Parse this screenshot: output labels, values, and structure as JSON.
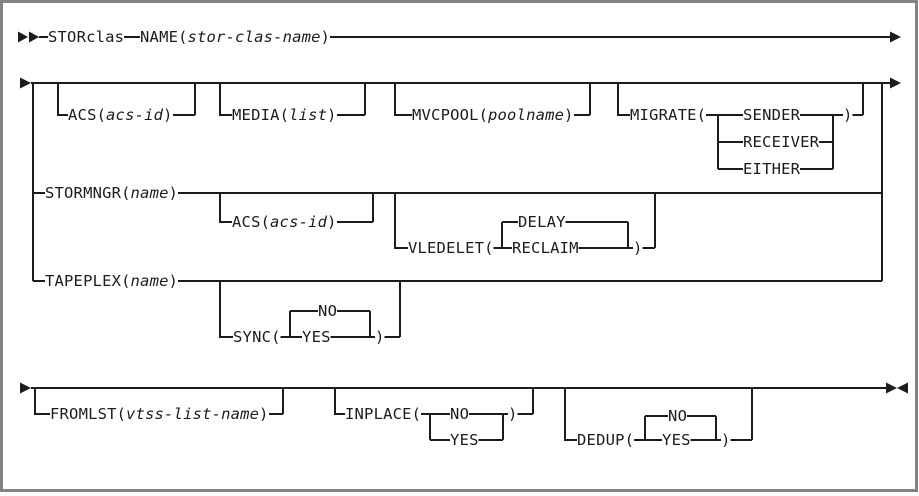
{
  "colors": {
    "line": "#1c1c1c",
    "text": "#1c1c1c",
    "border": "#828282",
    "background": "#ffffff"
  },
  "diagram": {
    "start": {
      "command": "STORclas",
      "name": {
        "kw": "NAME(",
        "var": "stor-clas-name",
        "close": ")"
      }
    },
    "opts": {
      "acs": {
        "kw": "ACS(",
        "var": "acs-id",
        "close": ")"
      },
      "media": {
        "kw": "MEDIA(",
        "var": "list",
        "close": ")"
      },
      "mvcpool": {
        "kw": "MVCPOOL(",
        "var": "poolname",
        "close": ")"
      },
      "migrate": {
        "kw": "MIGRATE(",
        "close": ")",
        "choices": [
          "SENDER",
          "RECEIVER",
          "EITHER"
        ]
      },
      "stormngr": {
        "kw": "STORMNGR(",
        "var": "name",
        "close": ")"
      },
      "stormngr_acs": {
        "kw": "ACS(",
        "var": "acs-id",
        "close": ")"
      },
      "vledelet": {
        "kw": "VLEDELET(",
        "default": "DELAY",
        "alt": "RECLAIM",
        "close": ")"
      },
      "tapeplex": {
        "kw": "TAPEPLEX(",
        "var": "name",
        "close": ")"
      },
      "sync": {
        "kw": "SYNC(",
        "default": "NO",
        "alt": "YES",
        "close": ")"
      },
      "fromlst": {
        "kw": "FROMLST(",
        "var": "vtss-list-name",
        "close": ")"
      },
      "inplace": {
        "kw": "INPLACE(",
        "close": ")",
        "choices": [
          "NO",
          "YES"
        ]
      },
      "dedup": {
        "kw": "DEDUP(",
        "default": "NO",
        "alt": "YES",
        "close": ")"
      }
    }
  }
}
